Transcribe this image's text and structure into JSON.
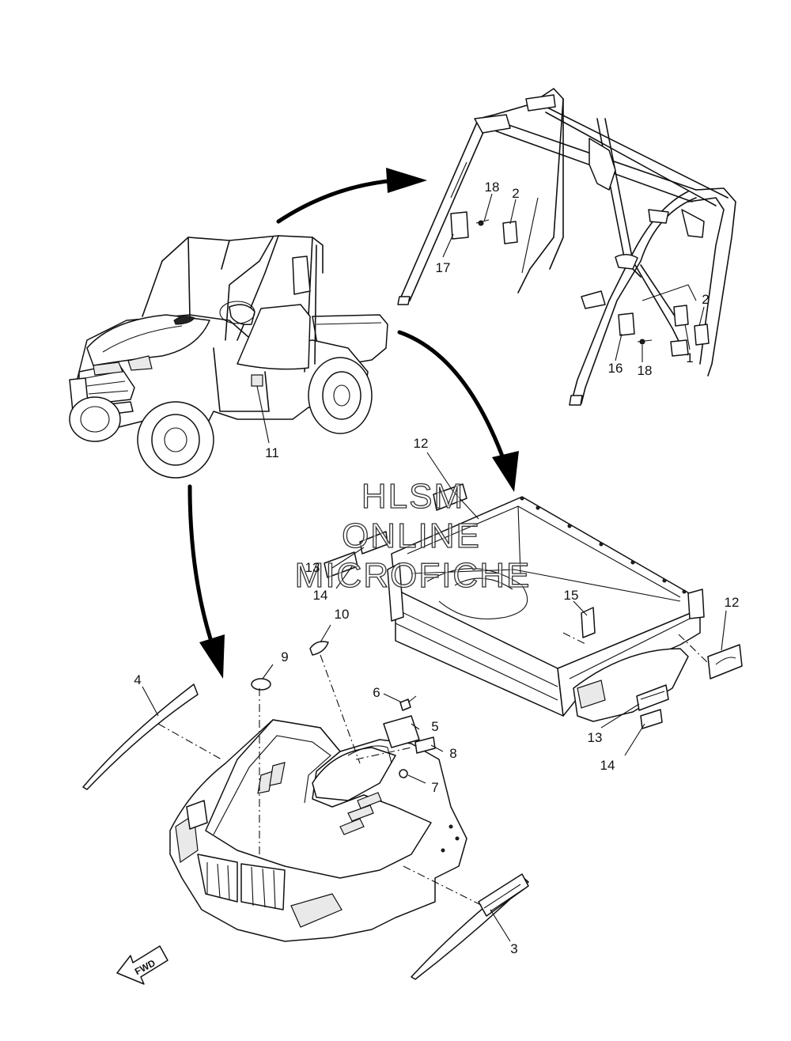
{
  "watermark": {
    "line1": "HLSM",
    "line2": "ONLINE",
    "line3": "MICROFICHE"
  },
  "direction_label": "FWD",
  "callouts": {
    "c1": "1",
    "c2a": "2",
    "c2b": "2",
    "c3": "3",
    "c4": "4",
    "c5": "5",
    "c6": "6",
    "c7": "7",
    "c8": "8",
    "c9": "9",
    "c10": "10",
    "c11": "11",
    "c12a": "12",
    "c12b": "12",
    "c13a": "13",
    "c13b": "13",
    "c14a": "14",
    "c14b": "14",
    "c15": "15",
    "c16": "16",
    "c17": "17",
    "c18a": "18",
    "c18b": "18"
  },
  "colors": {
    "ink": "#111111",
    "paper": "#ffffff"
  }
}
